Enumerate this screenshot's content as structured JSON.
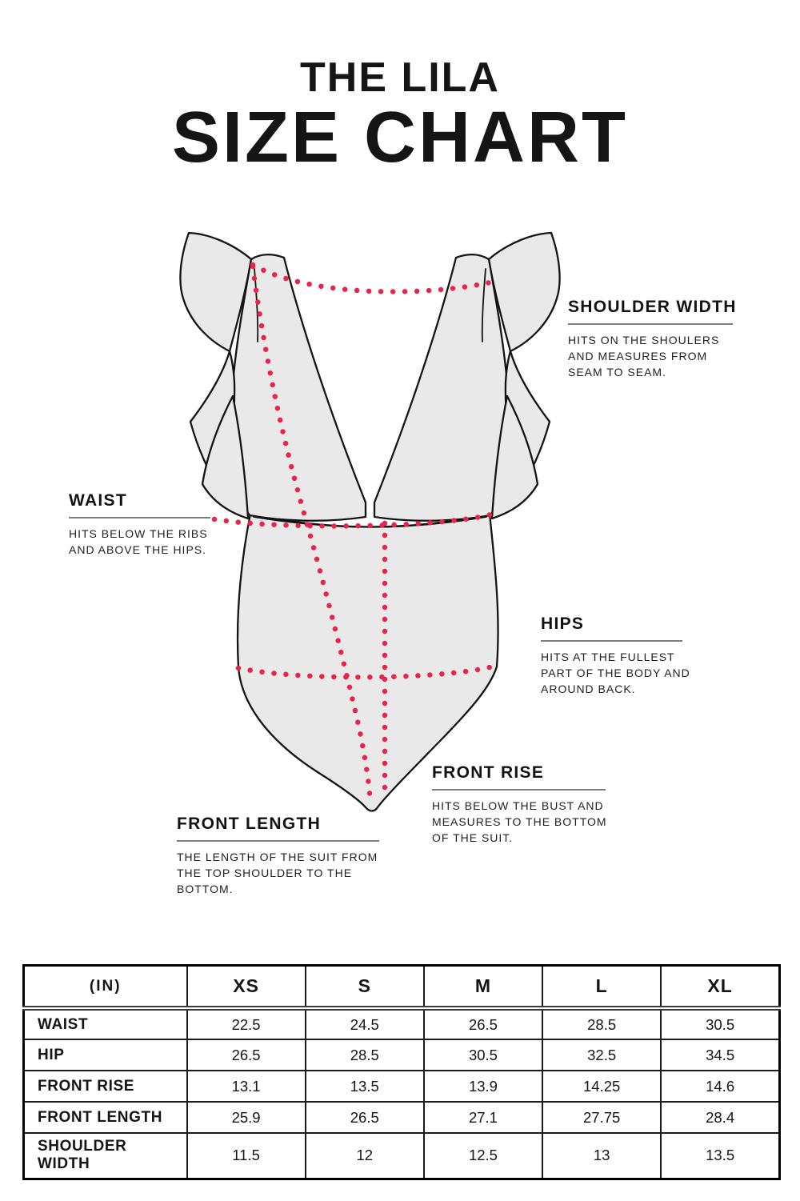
{
  "header": {
    "product": "THE LILA",
    "title": "SIZE CHART"
  },
  "annotations": [
    {
      "id": "shoulder-width",
      "heading": "SHOULDER WIDTH",
      "lines": [
        "HITS ON THE SHOULERS",
        "AND MEASURES FROM",
        "SEAM TO SEAM."
      ]
    },
    {
      "id": "waist",
      "heading": "WAIST",
      "lines": [
        "HITS BELOW THE RIBS",
        "AND ABOVE THE HIPS."
      ]
    },
    {
      "id": "hips",
      "heading": "HIPS",
      "lines": [
        "HITS AT THE FULLEST",
        "PART OF THE BODY AND",
        "AROUND BACK."
      ]
    },
    {
      "id": "front-rise",
      "heading": "FRONT RISE",
      "lines": [
        "HITS BELOW THE BUST AND",
        "MEASURES TO THE BOTTOM",
        "OF THE SUIT."
      ]
    },
    {
      "id": "front-length",
      "heading": "FRONT LENGTH",
      "lines": [
        "THE LENGTH OF THE SUIT FROM",
        "THE TOP SHOULDER TO THE",
        "BOTTOM."
      ]
    }
  ],
  "size_table": {
    "unit_header": "(IN)",
    "columns": [
      "XS",
      "S",
      "M",
      "L",
      "XL"
    ],
    "rows": [
      {
        "label": "WAIST",
        "values": [
          "22.5",
          "24.5",
          "26.5",
          "28.5",
          "30.5"
        ]
      },
      {
        "label": "HIP",
        "values": [
          "26.5",
          "28.5",
          "30.5",
          "32.5",
          "34.5"
        ]
      },
      {
        "label": "FRONT RISE",
        "values": [
          "13.1",
          "13.5",
          "13.9",
          "14.25",
          "14.6"
        ]
      },
      {
        "label": "FRONT LENGTH",
        "values": [
          "25.9",
          "26.5",
          "27.1",
          "27.75",
          "28.4"
        ]
      },
      {
        "label": "SHOULDER WIDTH",
        "values": [
          "11.5",
          "12",
          "12.5",
          "13",
          "13.5"
        ]
      }
    ]
  },
  "colors": {
    "dot_red": "#e8244a",
    "suit_fill": "#e9e9e9",
    "suit_outline": "#141414",
    "underline_gray": "#7d7d7d"
  }
}
